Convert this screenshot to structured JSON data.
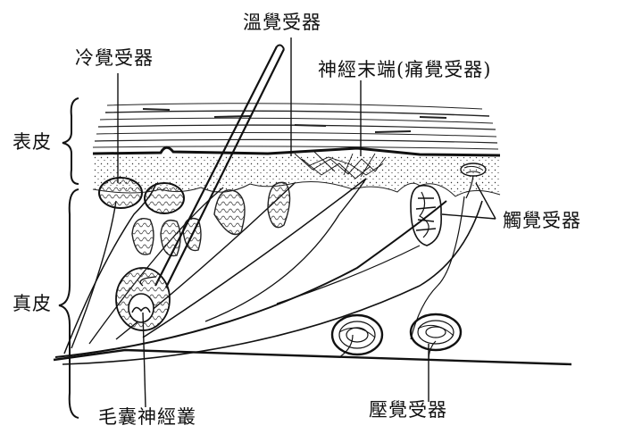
{
  "labels": {
    "cold_receptor": "冷覺受器",
    "warm_receptor": "溫覺受器",
    "free_nerve_endings": "神經末端(痛覺受器)",
    "touch_receptor": "觸覺受器",
    "hair_follicle_plexus": "毛囊神經叢",
    "pressure_receptor": "壓覺受器"
  },
  "layers": {
    "epidermis": "表皮",
    "dermis": "真皮"
  },
  "colors": {
    "ink": "#111111",
    "background": "#ffffff"
  }
}
